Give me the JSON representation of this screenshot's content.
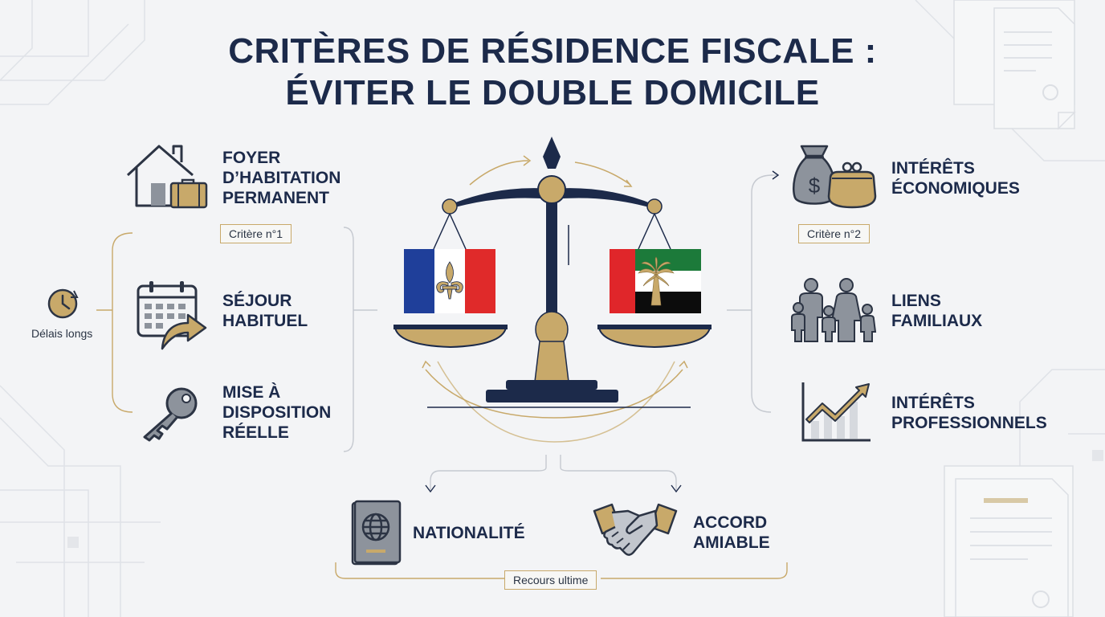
{
  "title": {
    "line1": "CRITÈRES DE RÉSIDENCE FISCALE :",
    "line2": "ÉVITER LE DOUBLE DOMICILE"
  },
  "left_criteria": {
    "foyer": {
      "line1": "FOYER",
      "line2": "D’HABITATION",
      "line3": "PERMANENT"
    },
    "tag": "Critère n°1",
    "sejour": {
      "line1": "SÉJOUR",
      "line2": "HABITUEL"
    },
    "mise": {
      "line1": "MISE À",
      "line2": "DISPOSITION",
      "line3": "RÉELLE"
    },
    "delais": "Délais longs"
  },
  "right_criteria": {
    "economiques": {
      "line1": "INTÉRÊTS",
      "line2": "ÉCONOMIQUES"
    },
    "tag": "Critère n°2",
    "familiaux": {
      "line1": "LIENS",
      "line2": "FAMILIAUX"
    },
    "professionnels": {
      "line1": "INTÉRÊTS",
      "line2": "PROFESSIONNELS"
    }
  },
  "bottom": {
    "nationalite": "NATIONALITÉ",
    "accord": {
      "line1": "ACCORD",
      "line2": "AMIABLE"
    },
    "recours": "Recours ultime",
    "dollar": "$"
  },
  "icons": {
    "house": "house-icon",
    "suitcase": "suitcase-icon",
    "calendar": "calendar-icon",
    "key": "key-icon",
    "clock": "clock-icon",
    "money_bag": "money-bag-icon",
    "purse": "coin-purse-icon",
    "family": "family-icon",
    "growth": "growth-chart-icon",
    "passport": "passport-icon",
    "handshake": "handshake-icon",
    "scale": "scale-of-justice-icon",
    "france_flag": "france-flag-icon",
    "uae_flag": "uae-flag-icon"
  },
  "colors": {
    "navy": "#1c2a4a",
    "gold": "#c8a96a",
    "gray": "#8d939c",
    "france_blue": "#1f3f9a",
    "france_red": "#e02a2a",
    "uae_green": "#1c7a3a",
    "uae_red": "#e0262a"
  }
}
